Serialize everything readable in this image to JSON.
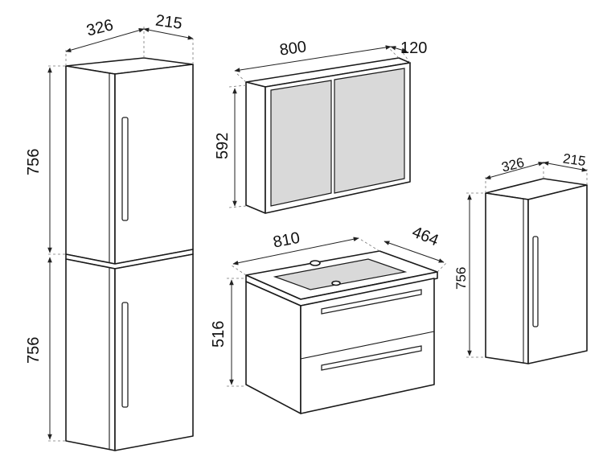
{
  "tall_unit": {
    "width": "326",
    "depth": "215",
    "upper_height": "756",
    "lower_height": "756"
  },
  "mirror_cabinet": {
    "width": "800",
    "depth": "120",
    "height": "592"
  },
  "vanity": {
    "width": "810",
    "depth": "464",
    "height": "516"
  },
  "wall_unit": {
    "width": "326",
    "depth": "215",
    "height": "756"
  }
}
